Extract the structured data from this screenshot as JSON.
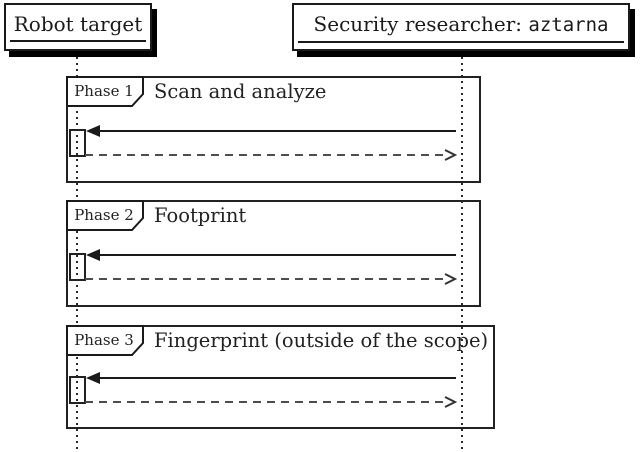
{
  "diagram": {
    "type": "uml-sequence-diagram",
    "participants": [
      {
        "label": "Robot target"
      },
      {
        "label_prefix": "Security researcher: ",
        "label_mono": "aztarna"
      }
    ],
    "frames": [
      {
        "phase_label": "Phase 1",
        "title": "Scan and analyze"
      },
      {
        "phase_label": "Phase 2",
        "title": "Footprint"
      },
      {
        "phase_label": "Phase 3",
        "title": "Fingerprint (outside of the scope)"
      }
    ],
    "messages_per_frame": [
      {
        "request": {
          "style": "solid",
          "direction": "right-to-left",
          "label": ""
        },
        "response": {
          "style": "dashed",
          "direction": "left-to-right",
          "label": ""
        }
      },
      {
        "request": {
          "style": "solid",
          "direction": "right-to-left",
          "label": ""
        },
        "response": {
          "style": "dashed",
          "direction": "left-to-right",
          "label": ""
        }
      },
      {
        "request": {
          "style": "solid",
          "direction": "right-to-left",
          "label": ""
        },
        "response": {
          "style": "dashed",
          "direction": "left-to-right",
          "label": ""
        }
      }
    ],
    "colors": {
      "ink": "#1a1a1a",
      "background": "#ffffff",
      "shadow": "#000000",
      "dashed_line": "#4d4d4d"
    }
  }
}
